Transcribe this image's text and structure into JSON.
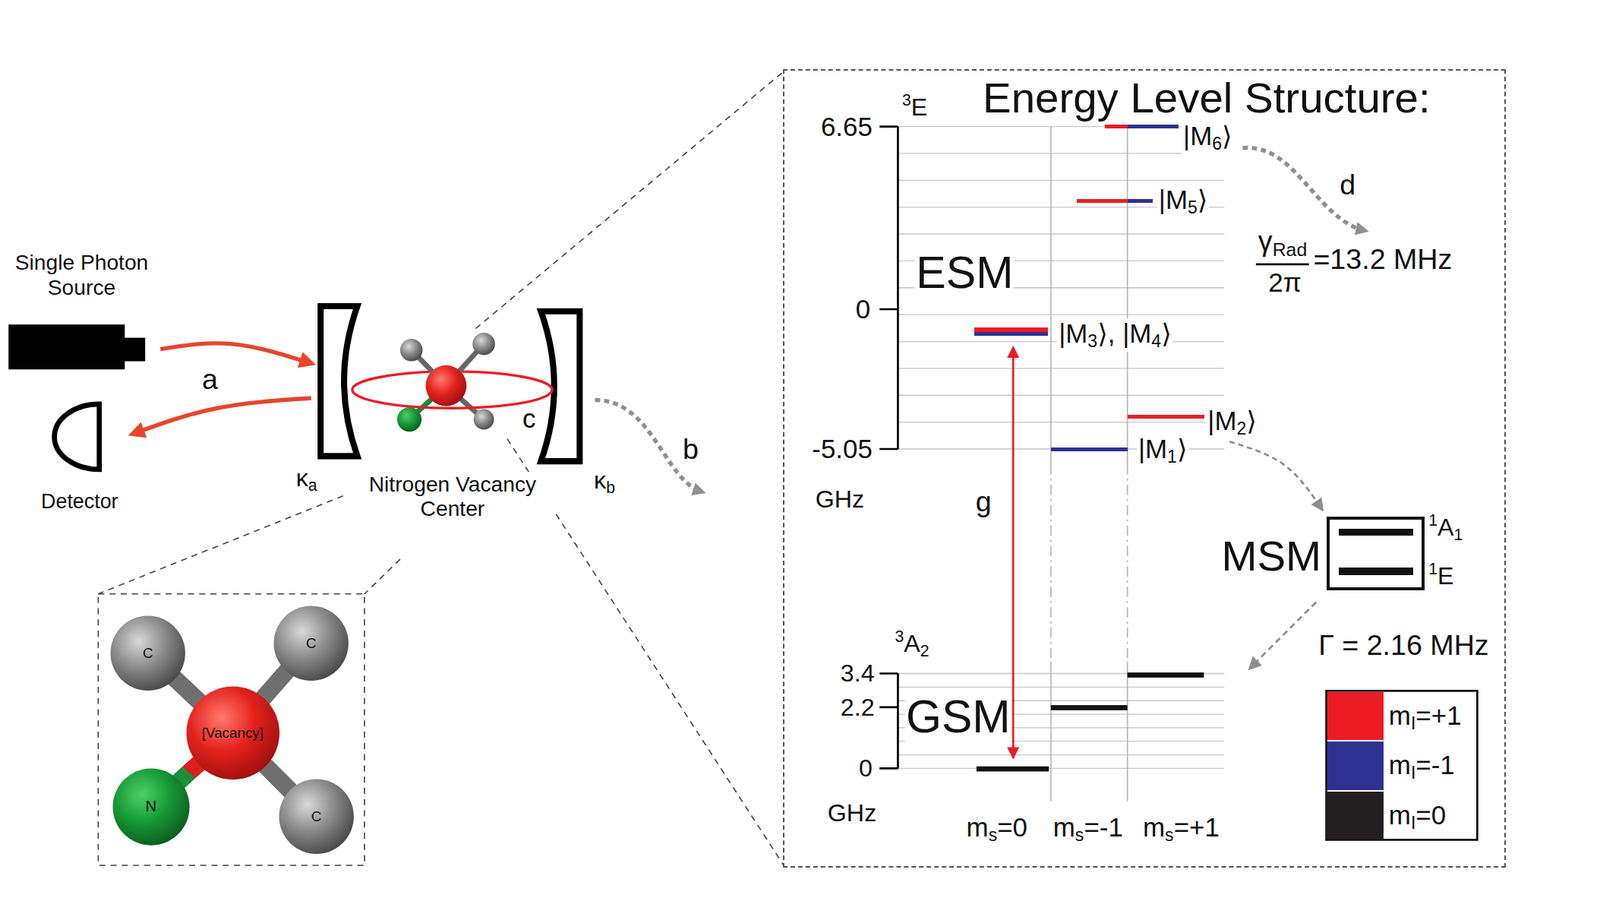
{
  "diagram": {
    "nodes": [
      {
        "text": [
          "Single Photon Source"
        ]
      },
      {
        "text": [
          "Detector"
        ]
      },
      {
        "text": [
          "Nitrogen Vacancy Center"
        ]
      },
      {
        "text": [
          "C"
        ]
      },
      {
        "text": [
          "C"
        ]
      },
      {
        "text": [
          "[Vacancy]"
        ]
      },
      {
        "text": [
          "N"
        ]
      },
      {
        "text": [
          "C"
        ]
      },
      {
        "text": [
          "Energy Level Structure:"
        ]
      },
      {
        "text": [
          "|M6⟩"
        ],
        "in": 8
      },
      {
        "text": [
          "|M5⟩"
        ],
        "in": 8
      },
      {
        "text": [
          "|M3⟩, |M4⟩"
        ],
        "in": 8
      },
      {
        "text": [
          "|M2⟩"
        ],
        "in": 8
      },
      {
        "text": [
          "|M1⟩"
        ],
        "in": 8
      },
      {
        "text": [
          "MSM",
          "1A1",
          "1E"
        ],
        "in": 8
      }
    ],
    "edges": [
      {
        "from": 0,
        "to": 2,
        "label": "a",
        "arrow": "to"
      },
      {
        "from": 2,
        "to": 1,
        "arrow": "to"
      },
      {
        "from": 5,
        "to": 3,
        "arrow": "none"
      },
      {
        "from": 5,
        "to": 4,
        "arrow": "none"
      },
      {
        "from": 5,
        "to": 6,
        "arrow": "none"
      },
      {
        "from": 5,
        "to": 7,
        "arrow": "none"
      },
      {
        "from": 12,
        "to": 14,
        "arrow": "to"
      }
    ],
    "labels": [
      "κa",
      "κb",
      "c",
      "b",
      "6.65",
      "0",
      "-5.05",
      "GHz",
      "3E",
      "ESM",
      "d",
      "γRad",
      "2π",
      "=13.2 MHz",
      "g",
      "3.4",
      "2.2",
      "0",
      "GHz",
      "3A2",
      "GSM",
      "Γ = 2.16 MHz",
      "ms=0",
      "ms=-1",
      "ms=+1"
    ],
    "legend": [
      {
        "text": "mI=+1",
        "color": "#ed1c24"
      },
      {
        "text": "mI=-1",
        "color": "#2e3192"
      },
      {
        "text": "mI=0",
        "color": "#231f20"
      }
    ]
  }
}
